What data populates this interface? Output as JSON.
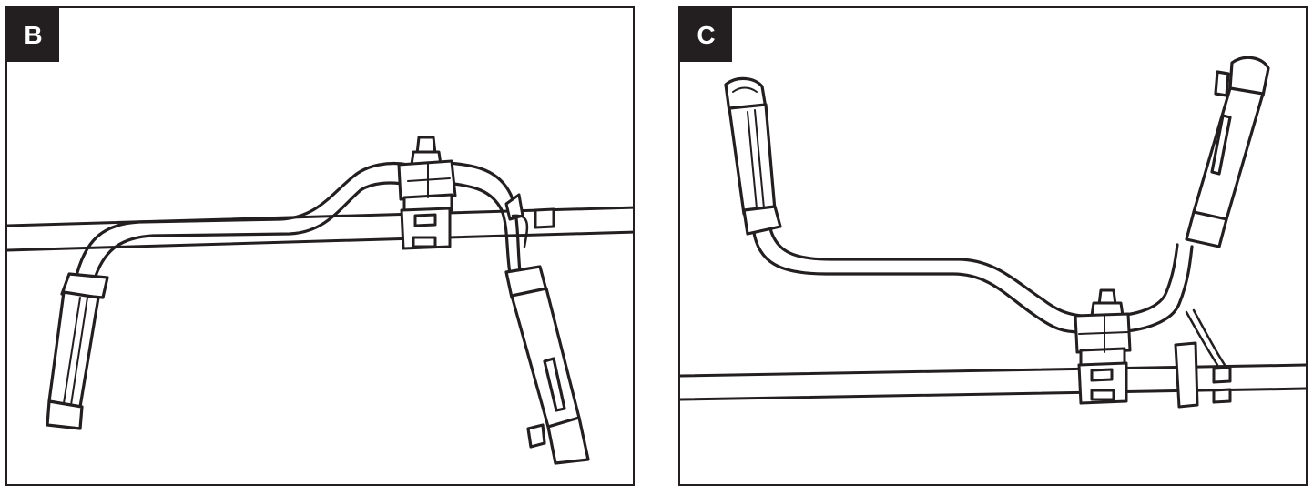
{
  "panels": [
    {
      "label": "B",
      "view": "handlebar-rotated-down"
    },
    {
      "label": "C",
      "view": "handlebar-raised"
    }
  ],
  "colors": {
    "ink": "#231f20",
    "paper": "#ffffff"
  }
}
